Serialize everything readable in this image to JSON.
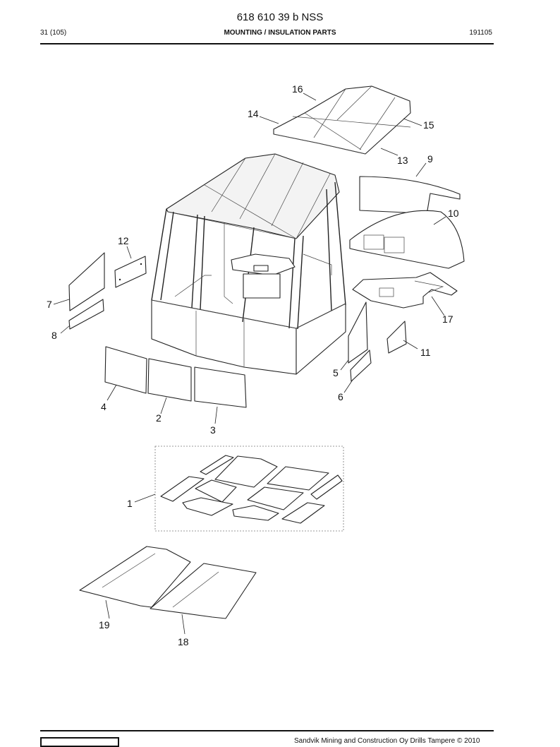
{
  "header": {
    "title": "618 610 39 b NSS",
    "page_ref": "31 (105)",
    "section": "MOUNTING / INSULATION PARTS",
    "doc_code": "191105"
  },
  "footer": {
    "copyright": "Sandvik Mining and Construction Oy Drills Tampere © 2010"
  },
  "callouts": [
    "1",
    "2",
    "3",
    "4",
    "5",
    "6",
    "7",
    "8",
    "9",
    "10",
    "11",
    "12",
    "13",
    "14",
    "15",
    "16",
    "17",
    "18",
    "19"
  ]
}
